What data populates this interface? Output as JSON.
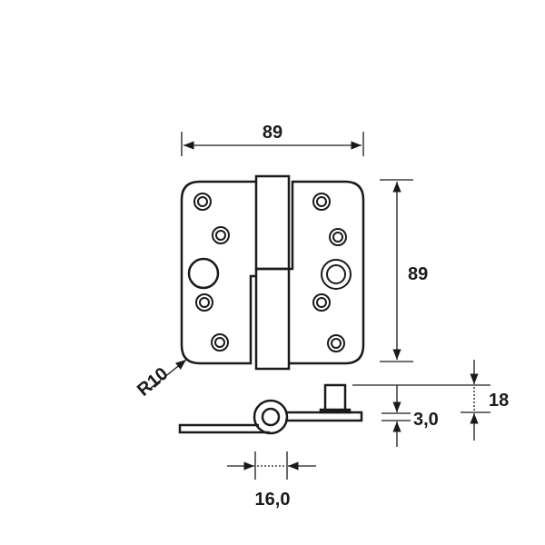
{
  "drawing": {
    "title": "Hinge technical drawing",
    "dimensions": {
      "width": "89",
      "height": "89",
      "radius": "R10",
      "total_depth": "18",
      "leaf_thickness": "3,0",
      "knuckle_offset": "16,0"
    },
    "colors": {
      "line": "#1a1a1a",
      "background": "#ffffff"
    }
  }
}
